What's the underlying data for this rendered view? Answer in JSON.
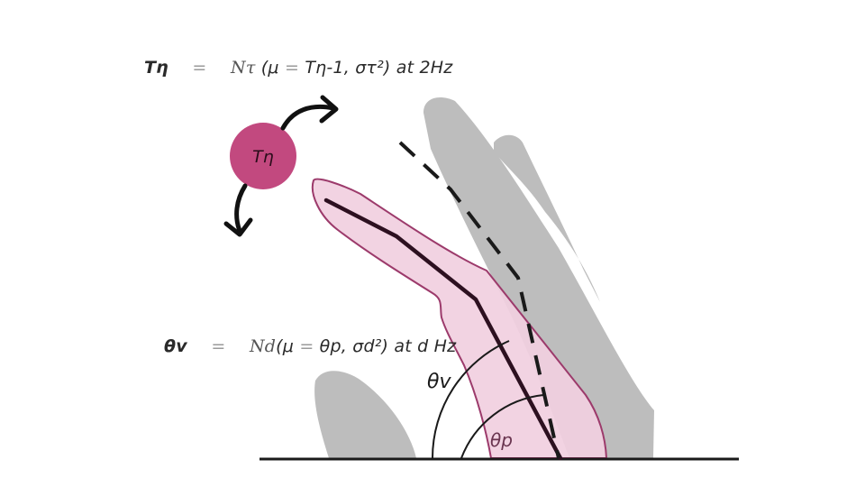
{
  "equations": {
    "tempo": {
      "lhs": "Tη",
      "equals": "=",
      "dist": "Nτ",
      "args_open": " (μ ",
      "mu_eq": "=",
      "mean": " Tη-1, στ²)",
      "rate": " at 2Hz"
    },
    "angle": {
      "lhs": "θv",
      "equals": "=",
      "dist": "Nd",
      "args_open": "(μ ",
      "mu_eq": "=",
      "mean": " θp, σd²)",
      "rate": " at d Hz"
    }
  },
  "labels": {
    "circle": "Tη",
    "theta_v": "θv",
    "theta_p": "θp"
  },
  "colors": {
    "circle_fill": "#c2497f",
    "finger_fill": "#f1cfdf",
    "finger_stroke": "#9c3a6b",
    "gray_shape": "#bdbdbd",
    "line": "#1a1a1a"
  }
}
